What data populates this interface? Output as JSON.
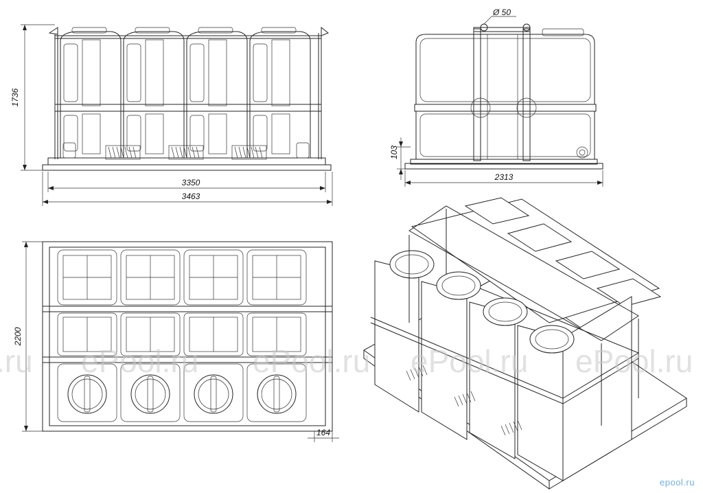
{
  "dimensions": {
    "front_height": "1736",
    "front_inner_length": "3350",
    "front_total_length": "3463",
    "side_pipe": "Ø 50",
    "side_base_height": "103",
    "side_width": "2313",
    "top_width": "2200",
    "top_offset": "164"
  },
  "watermark": {
    "text_1": ".ru",
    "text_2": "ePool.ru",
    "text_3": "ePool.ru",
    "text_4": "ePool.ru",
    "text_5": "ePool.ru"
  },
  "brand": {
    "label": "epool.ru",
    "color": "#6fb0e6"
  }
}
